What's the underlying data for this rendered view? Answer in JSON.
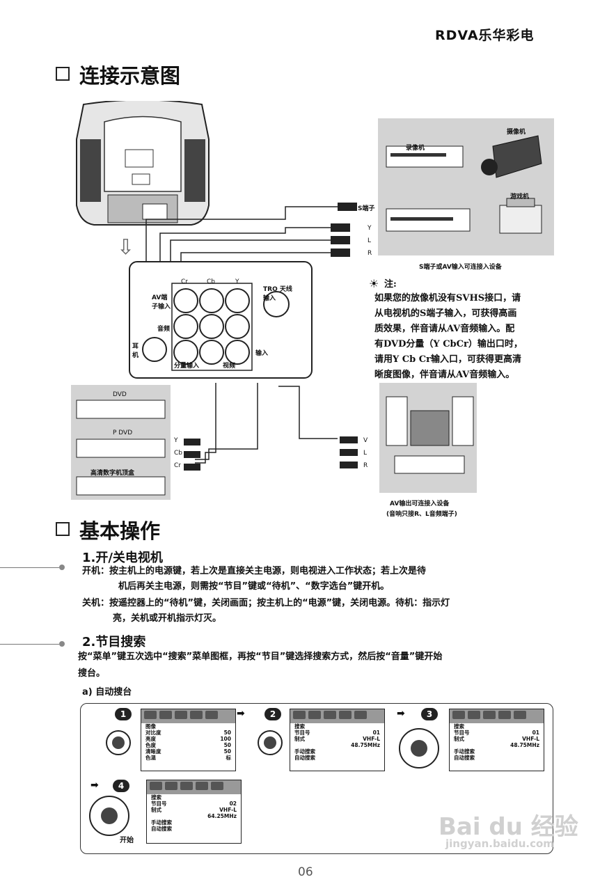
{
  "brand": "RDVA乐华彩电",
  "section1": {
    "title": "连接示意图"
  },
  "diagram": {
    "s_terminal": "S端子",
    "ports_right": [
      "Y",
      "L",
      "R"
    ],
    "devices_top_right": {
      "vcr": "录像机",
      "camcorder": "摄像机",
      "game": "游戏机",
      "caption": "S端子或AV输入可连接入设备"
    },
    "panel": {
      "col_heads": [
        "Cr",
        "Cb",
        "Y"
      ],
      "left_label1": "AV端子输入",
      "left_label2": "音频",
      "left_label3": "耳机",
      "bottom_left": "分量输入",
      "bottom_right": "视频",
      "right_label": "输入",
      "rf_label": "TRO 天线输入"
    },
    "dvd_panel": {
      "dvd": "DVD",
      "pdvd": "P DVD",
      "other": "高清数字机顶盒",
      "ports": [
        "Y",
        "Cb",
        "Cr"
      ]
    },
    "av_out_ports": [
      "V",
      "L",
      "R"
    ],
    "av_out_caption1": "AV输出可连接入设备",
    "av_out_caption2": "(音响只接R、L音频端子)",
    "note_title": "注:",
    "note_lines": [
      "如果您的放像机没有SVHS接口，请",
      "从电视机的S端子输入，可获得高画",
      "质效果，伴音请从AV音频输入。配",
      "有DVD分量（Y CbCr）输出口时，",
      "请用Y Cb Cr输入口，可获得更高清",
      "晰度图像，伴音请从AV音频输入。"
    ]
  },
  "section2": {
    "title": "基本操作"
  },
  "op1": {
    "title": "1.开/关电视机",
    "line1": "开机：按主机上的电源键，若上次是直接关主电源，则电视进入工作状态；若上次是待",
    "line2": "机后再关主电源，则需按“节目”键或“待机”、“数字选台”键开机。",
    "line3": "关机：按遥控器上的“待机”键，关闭画面；按主机上的“电源”键，关闭电源。待机：指示灯",
    "line4": "亮，关机或开机指示灯灭。"
  },
  "op2": {
    "title": "2.节目搜索",
    "line1": "按“菜单”键五次选中“搜索”菜单图框，再按“节目”键选择搜索方式，然后按“音量”键开始",
    "line2": "搜台。",
    "sub": "a)  自动搜台"
  },
  "steps": {
    "nums": [
      "1",
      "2",
      "3",
      "4"
    ],
    "menu1": {
      "title": "图像",
      "rows": [
        [
          "对比度",
          "50"
        ],
        [
          "亮度",
          "100"
        ],
        [
          "色度",
          "50"
        ],
        [
          "清晰度",
          "50"
        ],
        [
          "色温",
          "标"
        ]
      ]
    },
    "menu2": {
      "title": "搜索",
      "rows": [
        [
          "节目号",
          "01"
        ],
        [
          "制式",
          "VHF-L"
        ],
        [
          "",
          "48.75MHz"
        ],
        [
          "手动搜索",
          ""
        ],
        [
          "自动搜索",
          ""
        ]
      ]
    },
    "menu3": {
      "title": "搜索",
      "rows": [
        [
          "节目号",
          "01"
        ],
        [
          "制式",
          "VHF-L"
        ],
        [
          "",
          "48.75MHz"
        ],
        [
          "手动搜索",
          ""
        ],
        [
          "自动搜索",
          ""
        ]
      ]
    },
    "menu4": {
      "title": "搜索",
      "rows": [
        [
          "节目号",
          "02"
        ],
        [
          "制式",
          "VHF-L"
        ],
        [
          "",
          "64.25MHz"
        ],
        [
          "手动搜索",
          ""
        ],
        [
          "自动搜索",
          ""
        ]
      ]
    },
    "start_label": "开始"
  },
  "watermark": {
    "logo": "Bai du 经验",
    "url": "jingyan.baidu.com"
  },
  "page_number": "06"
}
